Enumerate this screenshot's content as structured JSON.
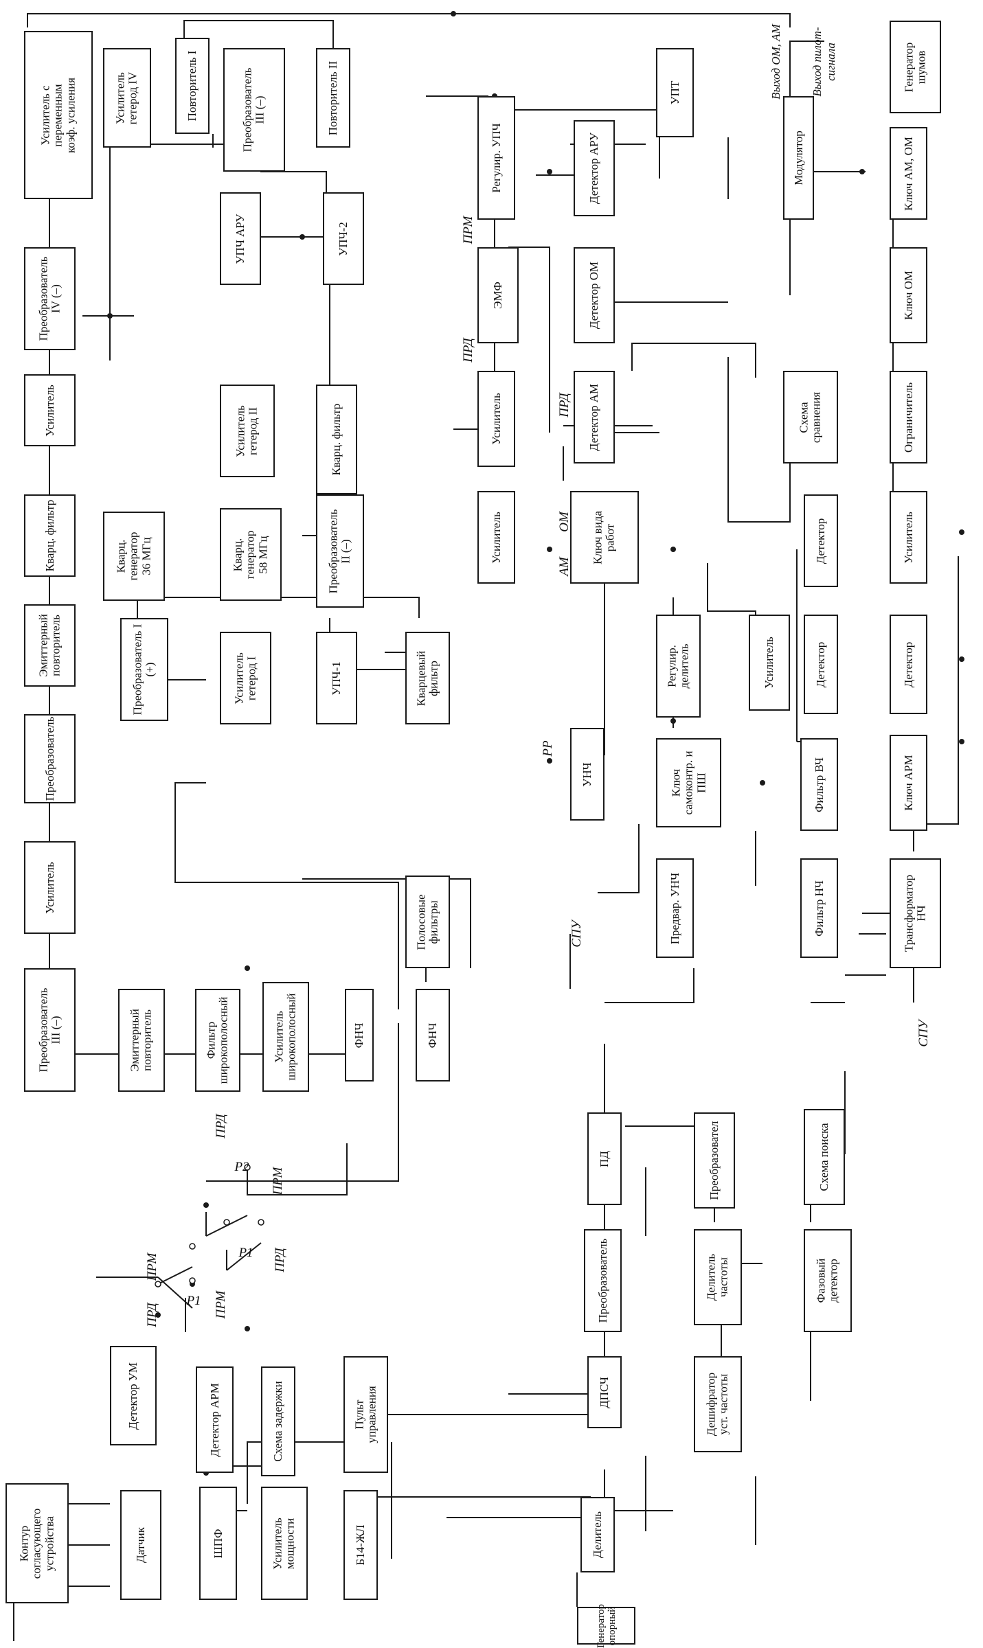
{
  "diagram": {
    "blocks": {
      "usilitel_var": "Усилитель с\nпеременным\nкоэф. усиления",
      "usil_geterod_4": "Усилитель\nгетерод IV",
      "povtoritel_1": "Повторитель I",
      "preobr_3top": "Преобразователь\nIII (–)",
      "povtoritel_2": "Повторитель II",
      "upch_aru": "УПЧ АРУ",
      "upch_2": "УПЧ-2",
      "preobr_4": "Преобразователь\nIV (–)",
      "usilitel_1": "Усилитель",
      "kvarc_filtr_1": "Кварц. фильтр",
      "emit_povt_1": "Эмиттерный\nповторитель",
      "preobrazovatel_l": "Преобразователь",
      "usilitel_2": "Усилитель",
      "preobr_3bot": "Преобразователь\nIII (–)",
      "usil_geterod_2": "Усилитель\nгетерод II",
      "kvarc_filtr_2": "Кварц. фильтр",
      "kvarc_gen_36": "Кварц.\nгенератор\n36 МГц",
      "kvarc_gen_58": "Кварц.\nгенератор\n58 МГц",
      "preobr_2": "Преобразователь\nII (–)",
      "preobr_1": "Преобразователь I\n(+)",
      "usil_geterod_1": "Усилитель\nгетерод I",
      "upch_1": "УПЧ-1",
      "kvarc_filtr_3": "Кварцевый\nфильтр",
      "polos_filtry": "Полосовые\nфильтры",
      "emit_povt_2": "Эмиттерный\nповторитель",
      "filtr_shir": "Фильтр\nширокополосный",
      "usil_shir": "Усилитель\nширокополосный",
      "fnch_1": "ФНЧ",
      "fnch_2": "ФНЧ",
      "kontur": "Контур\nсогласующего\nустройства",
      "detektor_um": "Детектор УМ",
      "datchik": "Датчик",
      "detektor_arm": "Детектор АРМ",
      "shpf": "ШПФ",
      "skhema_zaderzhki": "Схема задержки",
      "usil_moshchnosti": "Усилитель\nмощности",
      "pult": "Пульт\nуправления",
      "b14": "Б14-ЖЛ",
      "generator_opornyy": "Генератор\nопорный",
      "delitel": "Делитель",
      "dpch": "ДПСЧ",
      "preobrazovatel_c": "Преобразователь",
      "pd": "ПД",
      "deshifrator": "Дешифратор\nуст. частоты",
      "delitel_chastoty": "Делитель\nчастоты",
      "preobrazovatel_r": "Преобразовател",
      "fazovyy": "Фазовый\nдетектор",
      "skhema_poiska": "Схема поиска",
      "usilitel_mid": "Усилитель",
      "usilitel_mid2": "Усилитель",
      "emf": "ЭМФ",
      "regulir_upch": "Регулир. УПЧ",
      "detektor_aru": "Детектор АРУ",
      "upt": "УПТ",
      "detektor_om": "Детектор ОМ",
      "detektor_am": "Детектор АМ",
      "klyuch_vida": "Ключ вида\nработ",
      "regulir_delitel": "Регулир.\nделитель",
      "unch": "УНЧ",
      "klyuch_samokontr": "Ключ\nсамоконтр. и\nПШ",
      "predvar_unch": "Предвар. УНЧ",
      "usilitel_r": "Усилитель",
      "detektor_1": "Детектор",
      "detektor_2": "Детектор",
      "filtr_vch": "Фильтр ВЧ",
      "filtr_nch": "Фильтр НЧ",
      "skhema_sravneniya": "Схема\nсравнения",
      "modulyator": "Модулятор",
      "generator_shumov": "Генератор\nшумов",
      "klyuch_am_om": "Ключ АМ, ОМ",
      "klyuch_om": "Ключ ОМ",
      "ogranichitel": "Ограничитель",
      "usilitel_far": "Усилитель",
      "detektor_far": "Детектор",
      "klyuch_arm": "Ключ АРМ",
      "transformator": "Трансформатор\nНЧ"
    },
    "labels": {
      "prm_1": "ПРМ",
      "prd_1": "ПРД",
      "prd_2": "ПРД",
      "prm_2": "ПРМ",
      "prd_3": "ПРД",
      "prm_3": "ПРМ",
      "p2": "P2",
      "p1a": "P1",
      "p1b": "P1",
      "prm_emf": "ПРМ",
      "prd_emf": "ПРД",
      "prd_am": "ПРД",
      "am": "АМ",
      "om": "ОМ",
      "pp": "РР",
      "spu_1": "СПУ",
      "spu_2": "СПУ",
      "vykhod_om_am": "Выход ОМ, АМ",
      "vykhod_pilot": "Выход пилот-\nсигнала"
    }
  }
}
